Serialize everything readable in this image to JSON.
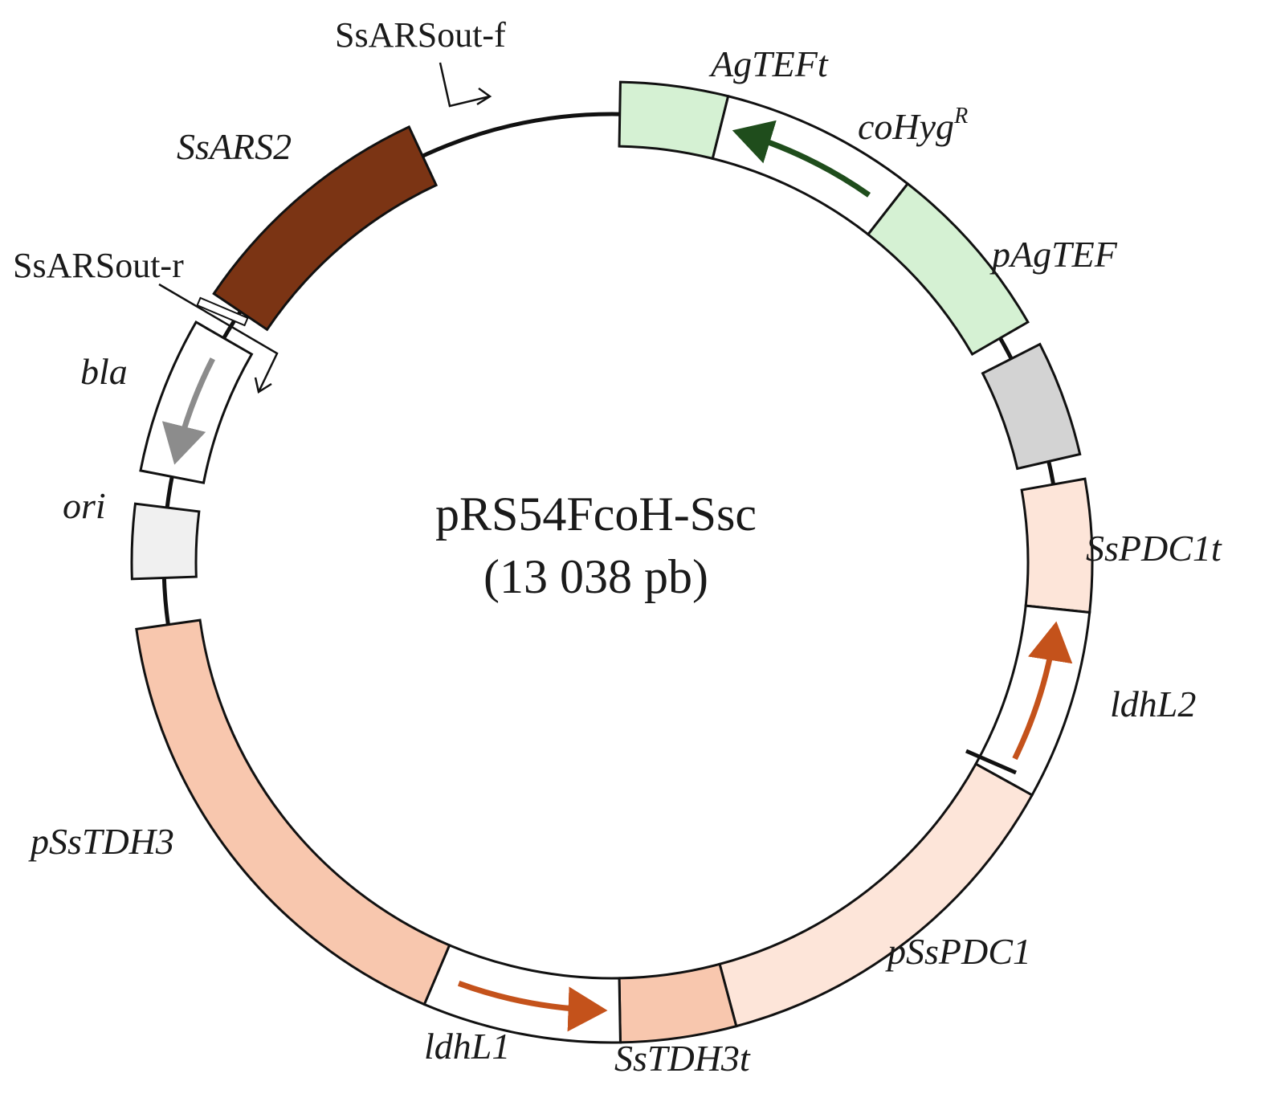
{
  "plasmid": {
    "name": "pRS54FcoH-Ssc",
    "size": "(13 038 pb)"
  },
  "features": [
    {
      "id": "ssars2",
      "label": "SsARS2",
      "start": 304,
      "end": 335,
      "fill": "#7b3414",
      "arrow": null
    },
    {
      "id": "agteft",
      "label": "AgTEFt",
      "start": 1,
      "end": 14,
      "fill": "#d5f1d3",
      "arrow": null
    },
    {
      "id": "cohyg",
      "label": "coHyg",
      "label_sup": "R",
      "start": 14,
      "end": 38,
      "fill": "#ffffff",
      "arrow": {
        "dir": "ccw",
        "color": "#1f4d1c"
      }
    },
    {
      "id": "pagtef",
      "label": "pAgTEF",
      "start": 38,
      "end": 60,
      "fill": "#d5f1d3",
      "arrow": null
    },
    {
      "id": "grey",
      "label": "",
      "start": 63,
      "end": 77,
      "fill": "#d3d3d3",
      "arrow": null
    },
    {
      "id": "sspdc1t",
      "label": "SsPDC1t",
      "start": 80,
      "end": 96,
      "fill": "#fde5d9",
      "arrow": null
    },
    {
      "id": "ldhl2",
      "label": "ldhL2",
      "start": 96,
      "end": 119,
      "fill": "#ffffff",
      "arrow": {
        "dir": "ccw",
        "color": "#c4521b"
      }
    },
    {
      "id": "pspdc1",
      "label": "pSsPDC1",
      "start": 119,
      "end": 165,
      "fill": "#fde5d9",
      "arrow": null
    },
    {
      "id": "sstdh3t",
      "label": "SsTDH3t",
      "start": 165,
      "end": 179,
      "fill": "#f8c7ae",
      "arrow": null
    },
    {
      "id": "ldhl1",
      "label": "ldhL1",
      "start": 179,
      "end": 203,
      "fill": "#ffffff",
      "arrow": {
        "dir": "ccw",
        "color": "#c4521b"
      }
    },
    {
      "id": "psstdh3",
      "label": "pSsTDH3",
      "start": 203,
      "end": 262,
      "fill": "#f8c7ae",
      "arrow": null
    },
    {
      "id": "ori",
      "label": "ori",
      "start": 268,
      "end": 277,
      "fill": "#f0f0f0",
      "arrow": null
    },
    {
      "id": "bla",
      "label": "bla",
      "start": 281,
      "end": 300,
      "fill": "#ffffff",
      "arrow": {
        "dir": "ccw",
        "color": "#8c8c8c"
      }
    }
  ],
  "primers": {
    "forward": "SsARSout-f",
    "reverse": "SsARSout-r"
  }
}
